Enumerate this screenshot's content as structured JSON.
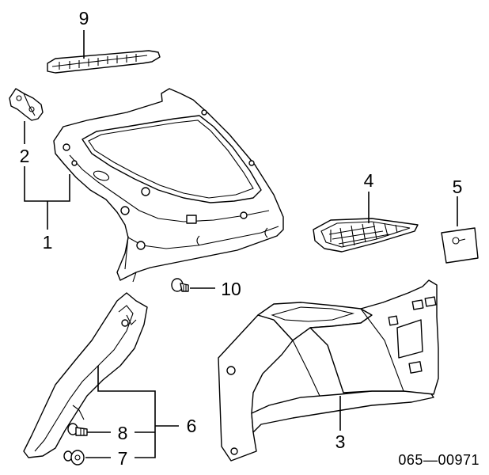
{
  "diagram": {
    "callouts": {
      "c1": "1",
      "c2": "2",
      "c3": "3",
      "c4": "4",
      "c5": "5",
      "c6": "6",
      "c7": "7",
      "c8": "8",
      "c9": "9",
      "c10": "10"
    },
    "drawing_code": "065—00971"
  }
}
